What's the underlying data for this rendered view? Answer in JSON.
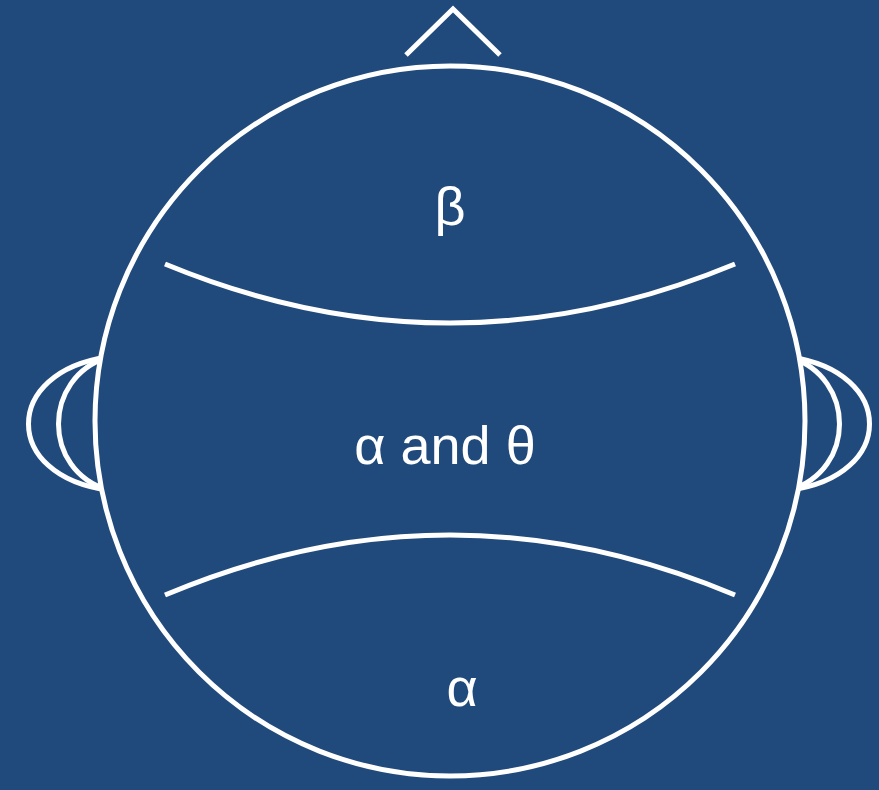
{
  "diagram": {
    "labels": [
      "β",
      "α and θ",
      "α"
    ]
  }
}
